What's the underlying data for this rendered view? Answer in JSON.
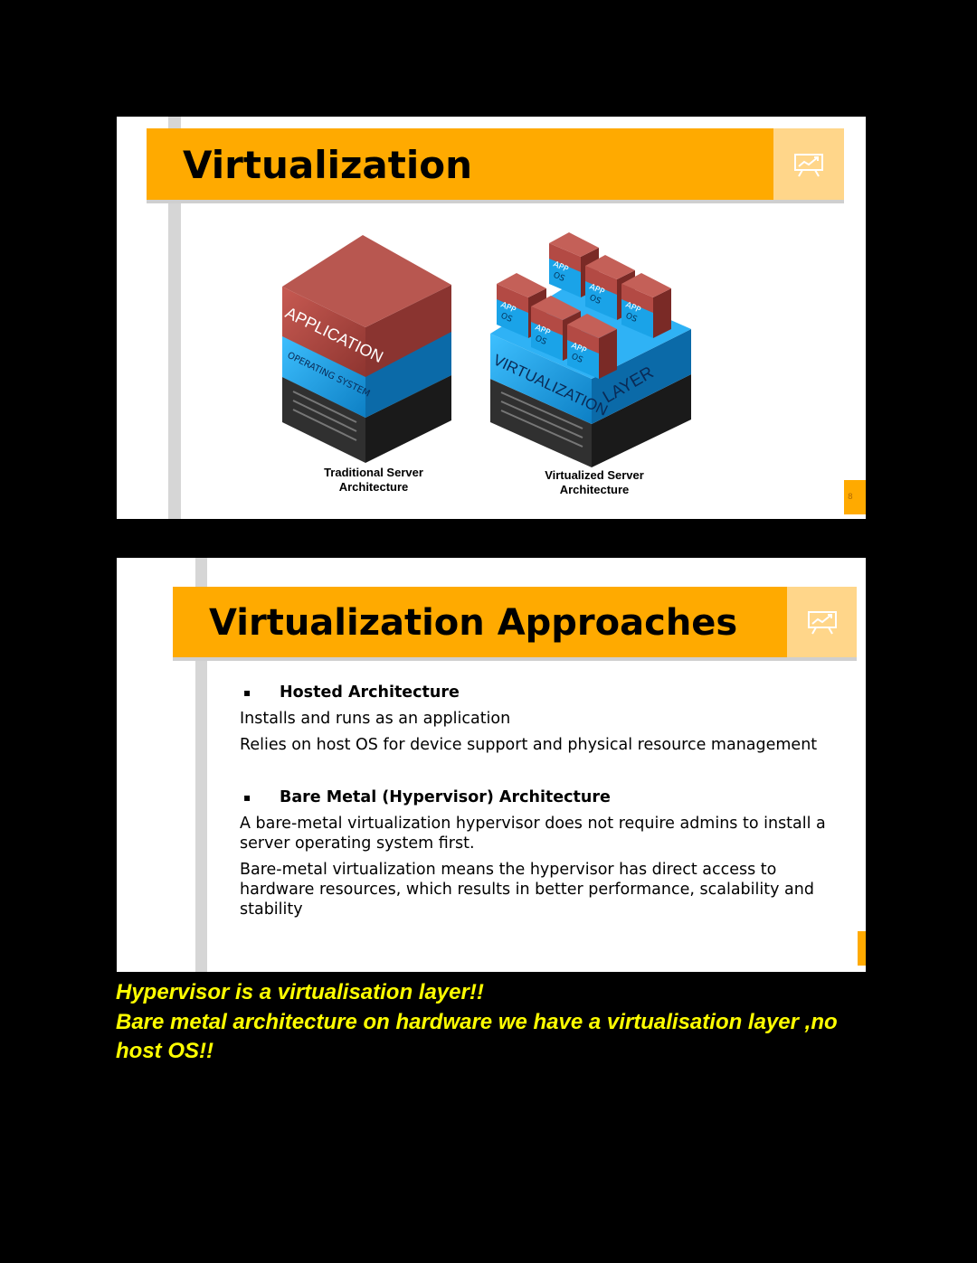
{
  "slide1": {
    "title": "Virtualization",
    "icon": "presentation-chart-icon",
    "diagram": {
      "traditional": {
        "app_label": "APPLICATION",
        "os_label": "OPERATING SYSTEM",
        "caption_line1": "Traditional Server",
        "caption_line2": "Architecture"
      },
      "virtualized": {
        "layer_label_1": "VIRTUALIZATION",
        "layer_label_2": "LAYER",
        "app_label": "APP",
        "os_label": "OS",
        "caption_line1": "Virtualized Server",
        "caption_line2": "Architecture"
      }
    },
    "page_number": "8"
  },
  "slide2": {
    "title": "Virtualization Approaches",
    "icon": "presentation-chart-icon",
    "bullet_mark": "▪",
    "sections": [
      {
        "heading": "Hosted Architecture",
        "paragraphs": [
          "Installs and runs as an application",
          "Relies on host OS for device support and physical resource management"
        ]
      },
      {
        "heading": "Bare Metal (Hypervisor) Architecture",
        "paragraphs": [
          "A bare-metal virtualization hypervisor does not require admins to install a server operating system first.",
          "Bare-metal virtualization means the hypervisor has direct access to hardware resources, which results in better performance, scalability and stability"
        ]
      }
    ]
  },
  "notes": {
    "line1": "Hypervisor is a virtualisation layer!!",
    "line2": "Bare metal architecture on hardware we have a virtualisation layer ,no host OS!!"
  },
  "colors": {
    "accent": "#ffaa00",
    "accent_light": "#ffd68a",
    "note_text": "#ffff00",
    "app_block": "#b34a44",
    "os_block": "#1aa3e8",
    "server": "#2a2a2a"
  }
}
